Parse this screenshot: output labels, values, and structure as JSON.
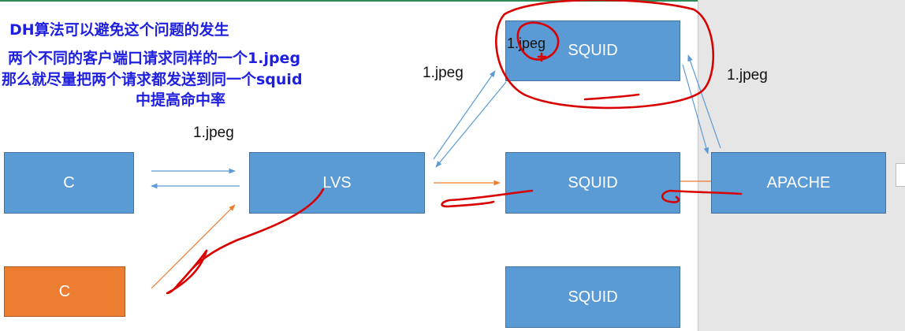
{
  "annotations": {
    "line1": "DH算法可以避免这个问题的发生",
    "line2": "两个不同的客户端口请求同样的一个1.jpeg",
    "line3": "那么就尽量把两个请求都发送到同一个squid",
    "line4": "中提高命中率"
  },
  "nodes": {
    "client_top": "C",
    "client_bottom": "C",
    "lvs": "LVS",
    "squid_top": "SQUID",
    "squid_middle": "SQUID",
    "squid_bottom": "SQUID",
    "apache": "APACHE"
  },
  "labels": {
    "client_lvs": "1.jpeg",
    "lvs_squid_top": "1.jpeg",
    "apache_squid_top": "1.jpeg",
    "handwritten_squid": "1.jpeg"
  },
  "colors": {
    "box_blue": "#5b9bd5",
    "box_orange": "#ed7d31",
    "arrow_blue": "#5b9bd5",
    "arrow_orange": "#ed7d31",
    "ink_red": "#d80000",
    "note_blue": "#1f1fe0"
  }
}
